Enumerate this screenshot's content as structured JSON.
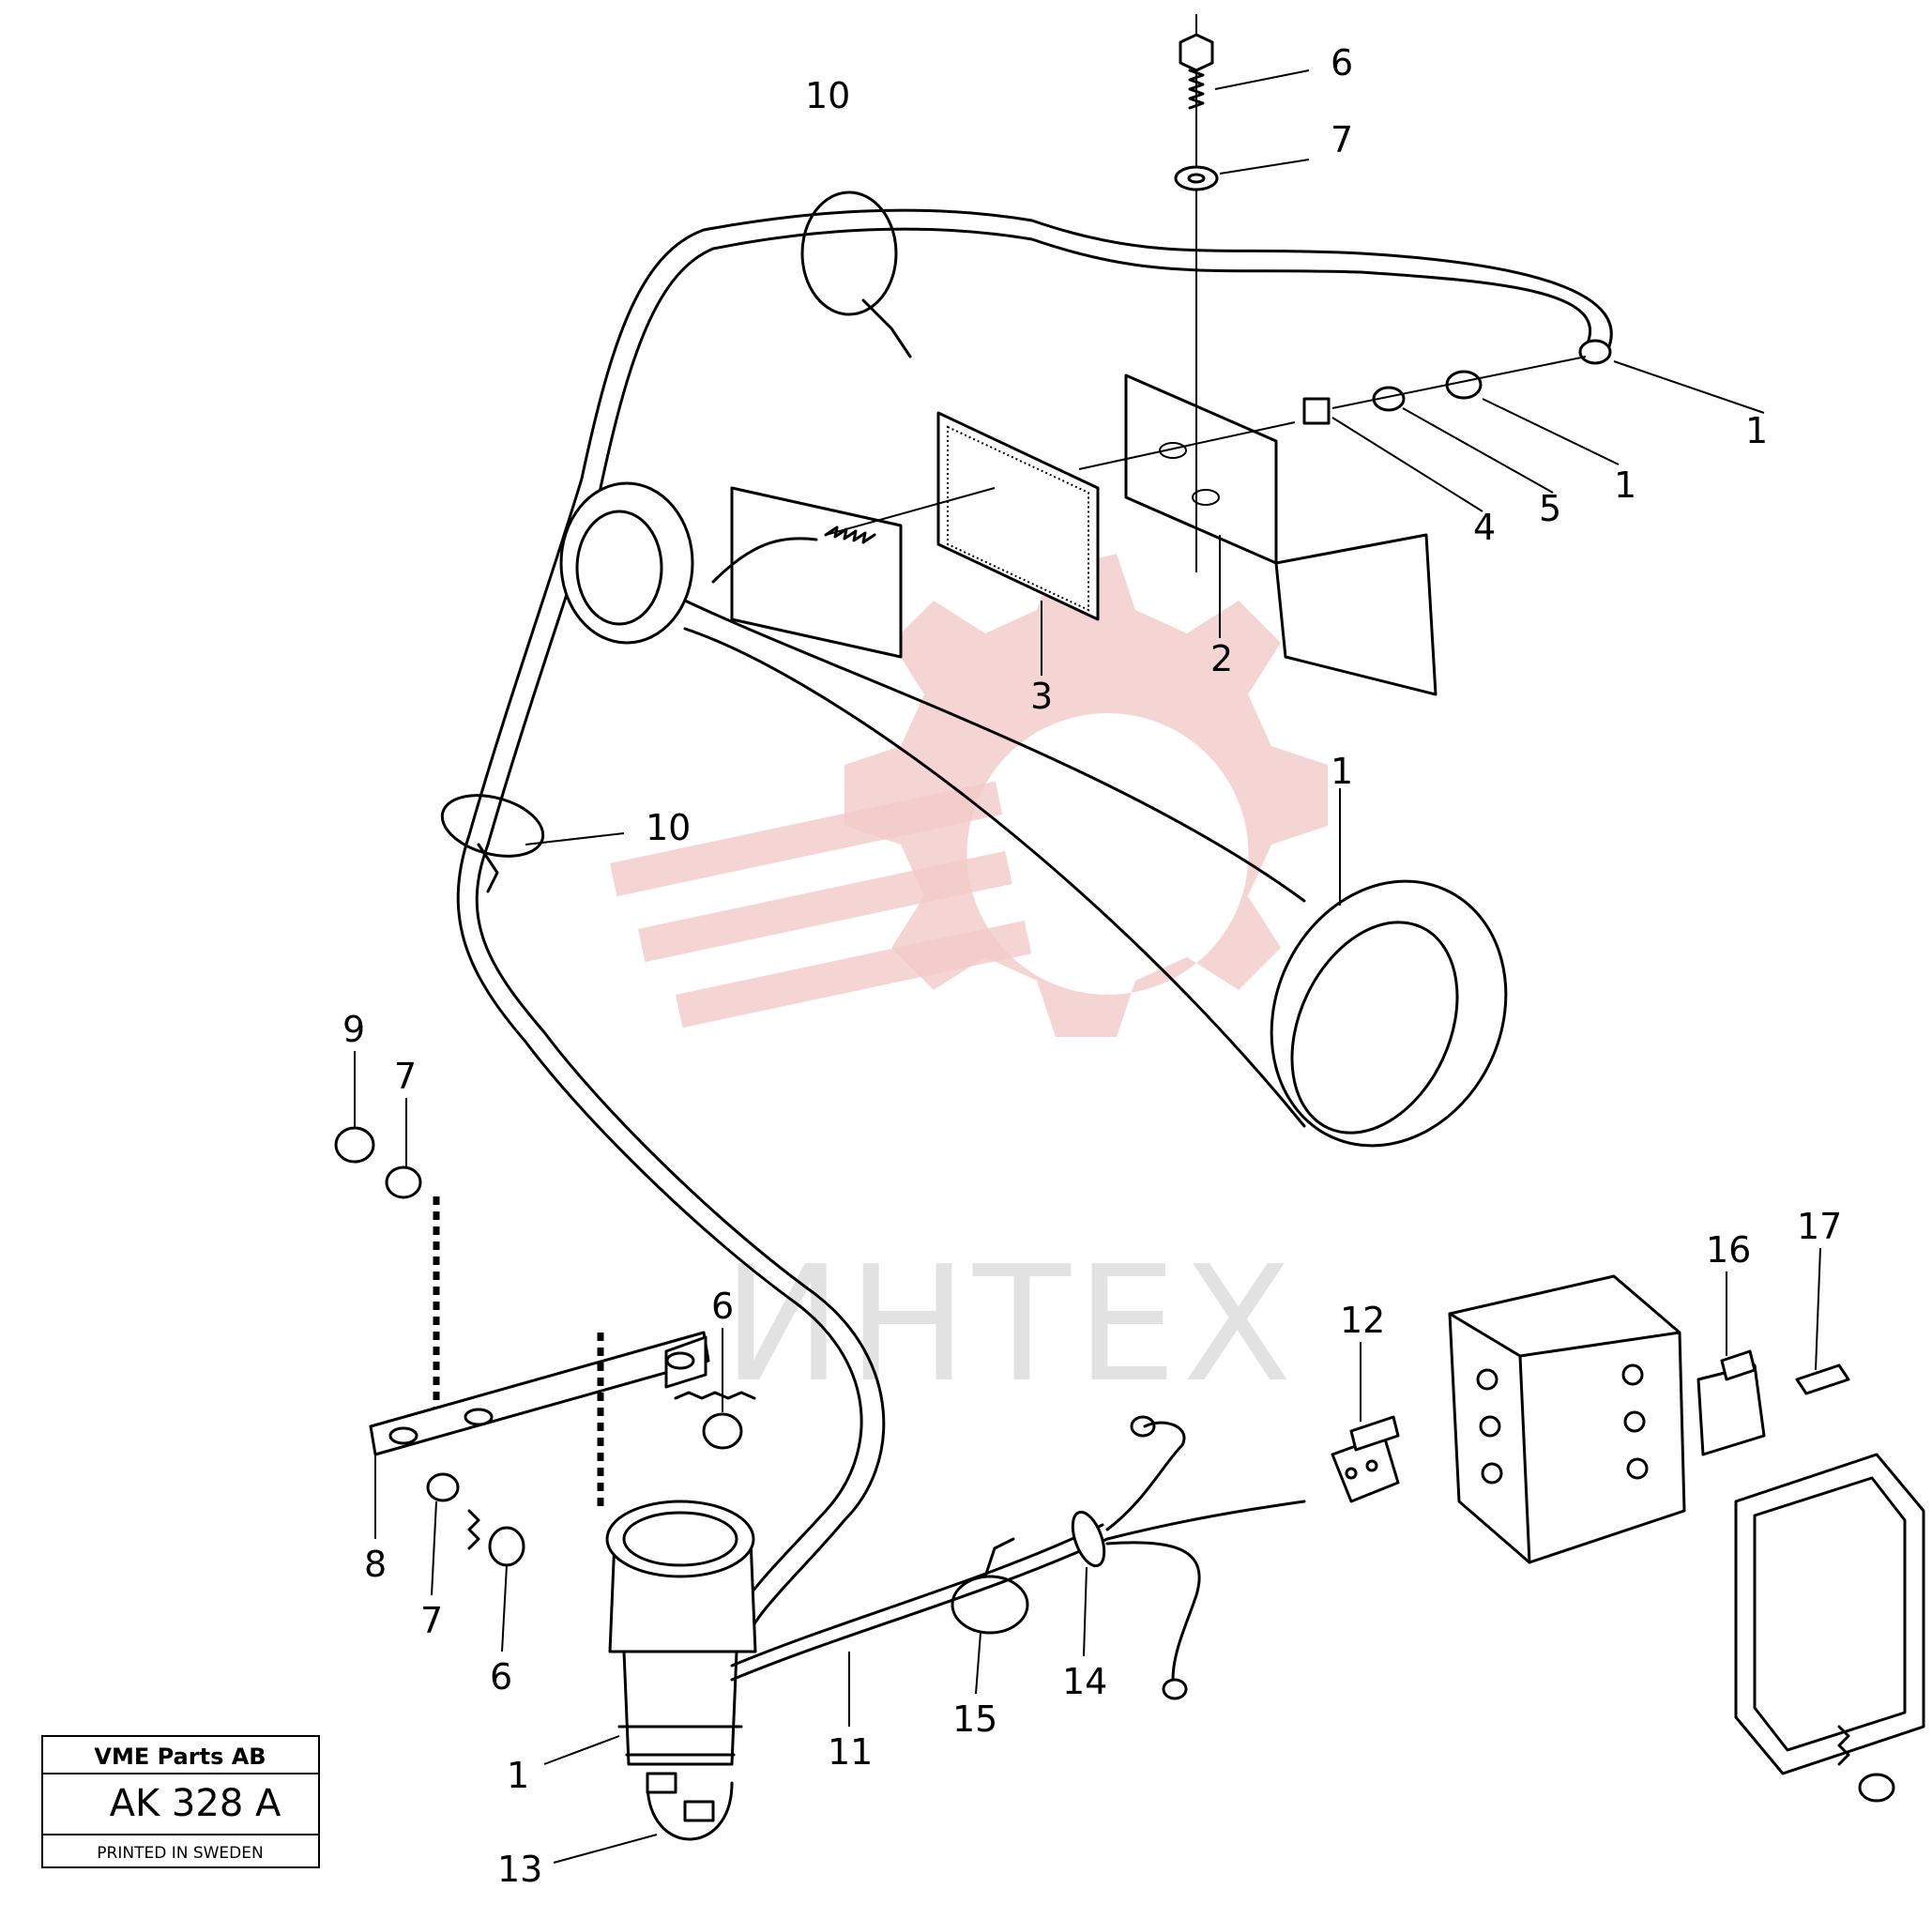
{
  "watermark": {
    "text": "ИНТЕХ",
    "color": "#e8a0a0"
  },
  "title_block": {
    "company": "VME Parts AB",
    "drawing_no": "AK 328 A",
    "printed": "PRINTED IN SWEDEN"
  },
  "callouts": [
    {
      "id": "c-6-top",
      "text": "6"
    },
    {
      "id": "c-7-top",
      "text": "7"
    },
    {
      "id": "c-10-top",
      "text": "10"
    },
    {
      "id": "c-1-right",
      "text": "1"
    },
    {
      "id": "c-1-nut",
      "text": "1"
    },
    {
      "id": "c-5",
      "text": "5"
    },
    {
      "id": "c-4",
      "text": "4"
    },
    {
      "id": "c-2",
      "text": "2"
    },
    {
      "id": "c-3",
      "text": "3"
    },
    {
      "id": "c-1-horn",
      "text": "1"
    },
    {
      "id": "c-10-mid",
      "text": "10"
    },
    {
      "id": "c-9",
      "text": "9"
    },
    {
      "id": "c-7-left",
      "text": "7"
    },
    {
      "id": "c-6-mid",
      "text": "6"
    },
    {
      "id": "c-8",
      "text": "8"
    },
    {
      "id": "c-7-bottom",
      "text": "7"
    },
    {
      "id": "c-6-bottom",
      "text": "6"
    },
    {
      "id": "c-12",
      "text": "12"
    },
    {
      "id": "c-16",
      "text": "16"
    },
    {
      "id": "c-17",
      "text": "17"
    },
    {
      "id": "c-14",
      "text": "14"
    },
    {
      "id": "c-15",
      "text": "15"
    },
    {
      "id": "c-11",
      "text": "11"
    },
    {
      "id": "c-1-valve",
      "text": "1"
    },
    {
      "id": "c-13",
      "text": "13"
    }
  ]
}
